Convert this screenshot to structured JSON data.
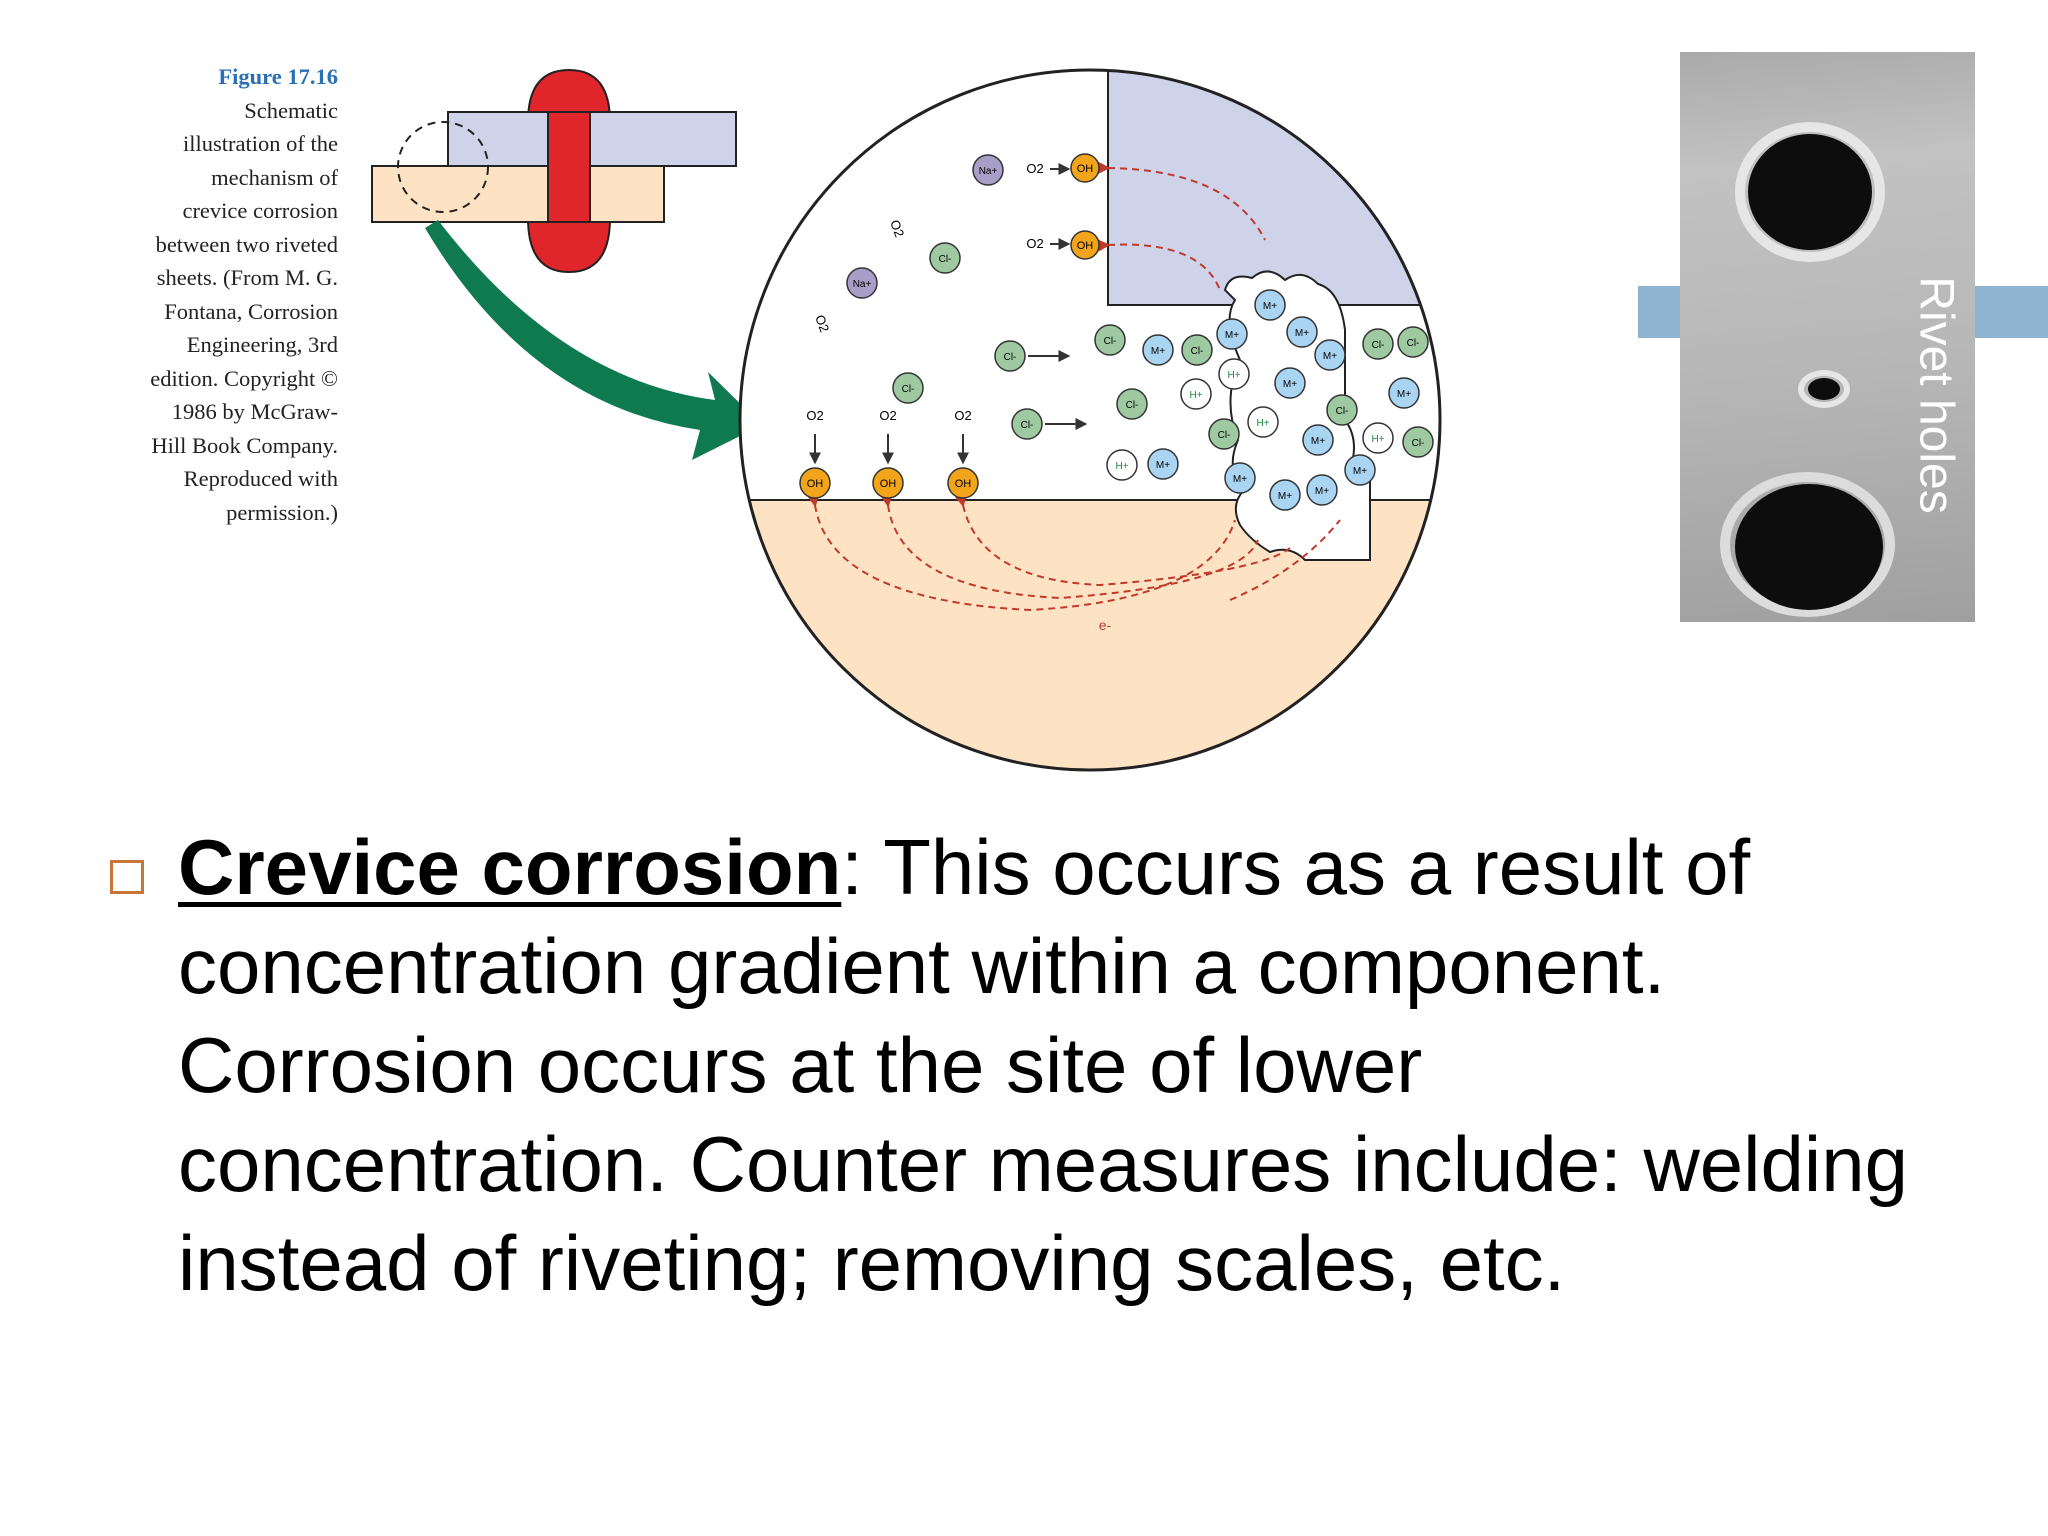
{
  "caption": {
    "title": "Figure 17.16",
    "lines": [
      "Schematic",
      "illustration of the",
      "mechanism of",
      "crevice corrosion",
      "between two riveted",
      "sheets. (From M. G.",
      "Fontana, Corrosion",
      "Engineering, 3rd",
      "edition. Copyright ©",
      "1986 by McGraw-",
      "Hill Book Company.",
      "Reproduced with",
      "permission.)"
    ]
  },
  "diagram": {
    "o2": "O2",
    "oh": "OH",
    "na": "Na+",
    "cl": "Cl-",
    "h": "H+",
    "m": "M+",
    "electron": "e-"
  },
  "photo": {
    "label": "Rivet holes"
  },
  "body": {
    "term": " Crevice corrosion",
    "text": ": This occurs as a result of concentration gradient within a component. Corrosion occurs at the site of lower concentration. Counter measures include: welding instead of riveting; removing scales, etc."
  },
  "colors": {
    "rivet": "#e0262b",
    "top_sheet": "#cfd3ea",
    "bottom_sheet": "#fde3c4",
    "arrow": "#0f7a4f",
    "caption_title": "#2a6fb5",
    "bullet": "#c87537",
    "accent_bar": "#8fb4d2"
  }
}
